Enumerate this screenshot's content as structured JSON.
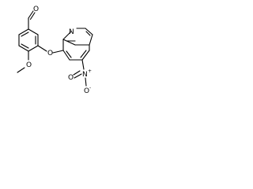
{
  "structure": {
    "atoms": {
      "aldehyde_oxygen": "O",
      "methoxy_oxygen": "O",
      "ether_oxygen": "O",
      "ring_nitrogen": "N",
      "nitro_nitrogen": "N",
      "nitro_oxygen_upper": "O",
      "nitro_oxygen_lower": "O"
    },
    "charges": {
      "nitro_nitrogen": "+",
      "nitro_oxygen_lower": "-"
    }
  }
}
